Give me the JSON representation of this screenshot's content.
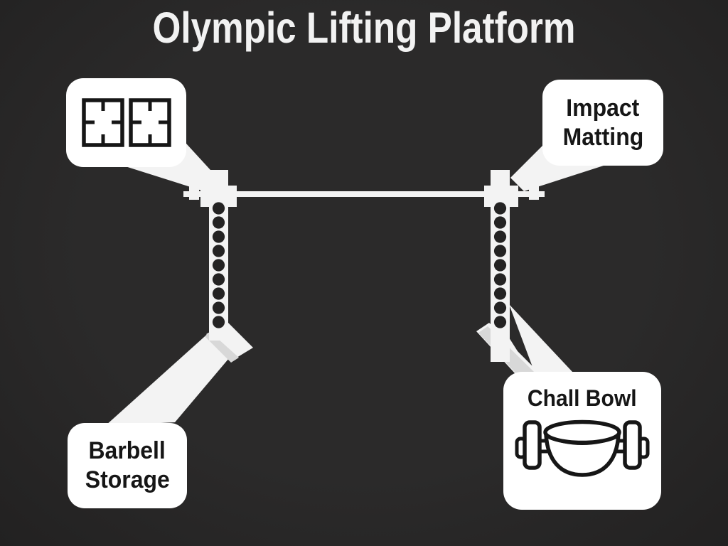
{
  "title": "Olympic Lifting Platform",
  "colors": {
    "background": "#2b2a2a",
    "background_edge": "#222121",
    "panel": "#ffffff",
    "ink": "#161616",
    "structure": "#f3f3f3",
    "title": "#f2f2f2",
    "hole": "#242323",
    "base_shade": "#d8d8d8"
  },
  "callouts": {
    "platform_tiles": {
      "icon": "platform-tiles-icon"
    },
    "impact_matting": {
      "lines": [
        "Impact",
        "Matting"
      ]
    },
    "barbell_storage": {
      "lines": [
        "Barbell",
        "Storage"
      ]
    },
    "chalk_bowl": {
      "title": "Chall Bowl",
      "icon": "chalk-bowl-dumbbell-icon"
    }
  },
  "diagram": {
    "subject": "squat stands with barbell",
    "uprights": 2,
    "holes_per_upright": 9
  }
}
